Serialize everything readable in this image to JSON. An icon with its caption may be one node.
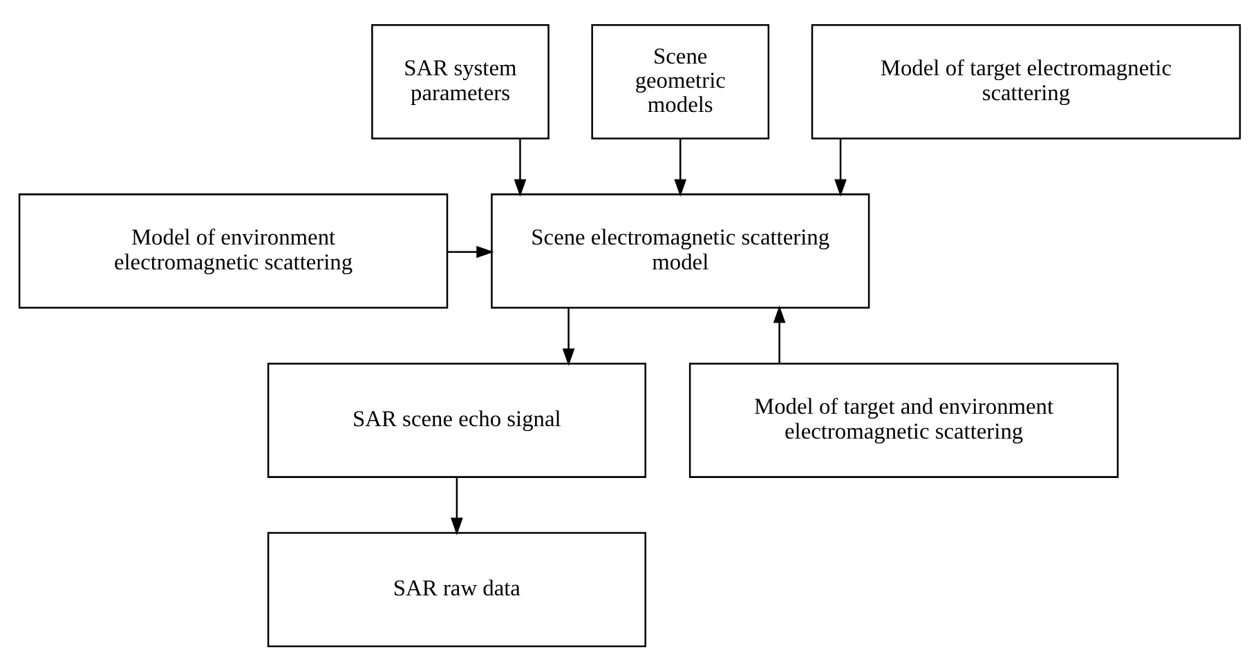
{
  "diagram": {
    "nodes": [
      {
        "text": [
          "SAR system parameters"
        ]
      },
      {
        "text": [
          "Scene geometric models"
        ]
      },
      {
        "text": [
          "Scene electromagnetic scattering model"
        ]
      },
      {
        "text": [
          "SAR scene echo signal"
        ]
      },
      {
        "text": [
          "SAR raw data"
        ]
      },
      {
        "text": [
          "Model of target electromagnetic scattering"
        ]
      },
      {
        "text": [
          "Model of environment electromagnetic scattering"
        ]
      },
      {
        "text": [
          "Model of target and environment electromagnetic scattering"
        ]
      }
    ],
    "edges": [
      {
        "from": 0,
        "to": 2,
        "arrow": "to"
      },
      {
        "from": 1,
        "to": 2,
        "arrow": "to"
      },
      {
        "from": 5,
        "to": 2,
        "arrow": "to"
      },
      {
        "from": 6,
        "to": 2,
        "arrow": "to"
      },
      {
        "from": 7,
        "to": 2,
        "arrow": "to"
      },
      {
        "from": 2,
        "to": 3,
        "arrow": "to"
      },
      {
        "from": 3,
        "to": 4,
        "arrow": "to"
      }
    ]
  }
}
